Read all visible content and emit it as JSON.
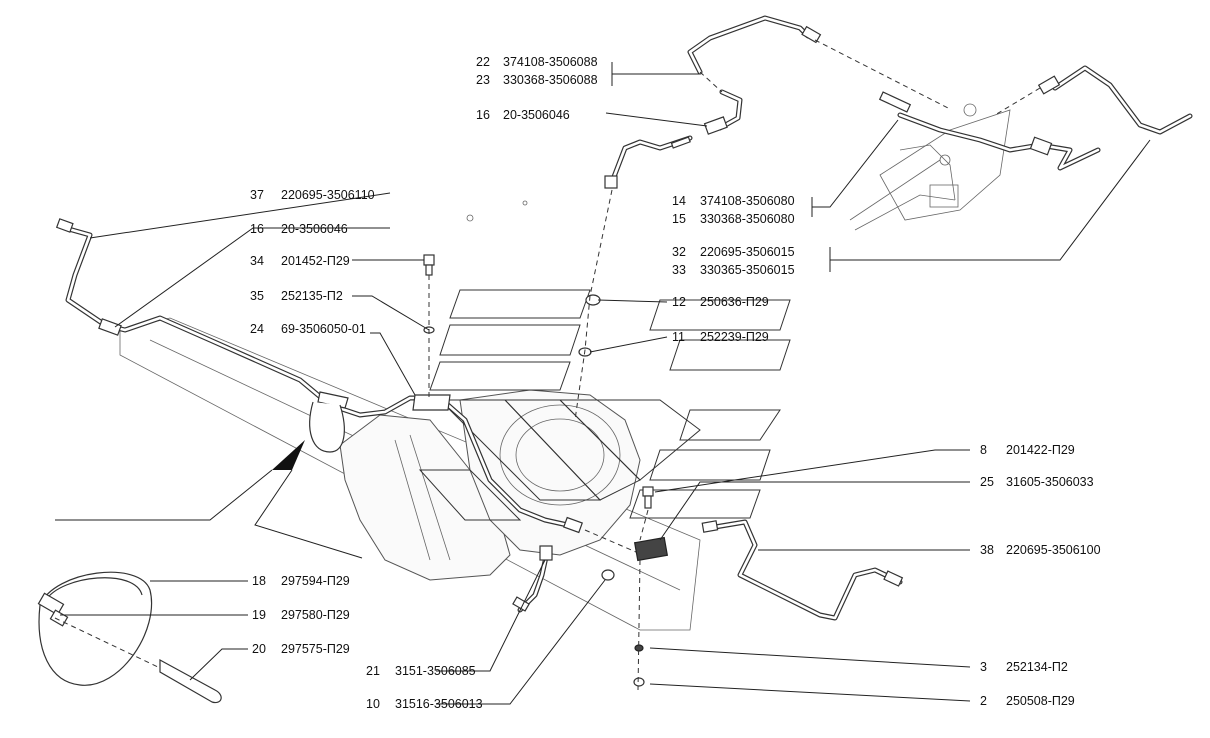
{
  "labels": [
    {
      "id": "lbl-22",
      "num": "22",
      "code": "374108-3506088"
    },
    {
      "id": "lbl-23",
      "num": "23",
      "code": "330368-3506088"
    },
    {
      "id": "lbl-16a",
      "num": "16",
      "code": "20-3506046"
    },
    {
      "id": "lbl-37",
      "num": "37",
      "code": "220695-3506110"
    },
    {
      "id": "lbl-16b",
      "num": "16",
      "code": "20-3506046"
    },
    {
      "id": "lbl-14",
      "num": "14",
      "code": "374108-3506080"
    },
    {
      "id": "lbl-15",
      "num": "15",
      "code": "330368-3506080"
    },
    {
      "id": "lbl-32",
      "num": "32",
      "code": "220695-3506015"
    },
    {
      "id": "lbl-33",
      "num": "33",
      "code": "330365-3506015"
    },
    {
      "id": "lbl-34",
      "num": "34",
      "code": "201452-П29"
    },
    {
      "id": "lbl-35",
      "num": "35",
      "code": "252135-П2"
    },
    {
      "id": "lbl-12",
      "num": "12",
      "code": "250636-П29"
    },
    {
      "id": "lbl-24",
      "num": "24",
      "code": "69-3506050-01"
    },
    {
      "id": "lbl-11",
      "num": "11",
      "code": "252239-П29"
    },
    {
      "id": "lbl-8",
      "num": "8",
      "code": "201422-П29"
    },
    {
      "id": "lbl-25",
      "num": "25",
      "code": "31605-3506033"
    },
    {
      "id": "lbl-38",
      "num": "38",
      "code": "220695-3506100"
    },
    {
      "id": "lbl-18",
      "num": "18",
      "code": "297594-П29"
    },
    {
      "id": "lbl-19",
      "num": "19",
      "code": "297580-П29"
    },
    {
      "id": "lbl-20",
      "num": "20",
      "code": "297575-П29"
    },
    {
      "id": "lbl-21",
      "num": "21",
      "code": "3151-3506085"
    },
    {
      "id": "lbl-3",
      "num": "3",
      "code": "252134-П2"
    },
    {
      "id": "lbl-10",
      "num": "10",
      "code": "31516-3506013"
    },
    {
      "id": "lbl-2",
      "num": "2",
      "code": "250508-П29"
    }
  ]
}
